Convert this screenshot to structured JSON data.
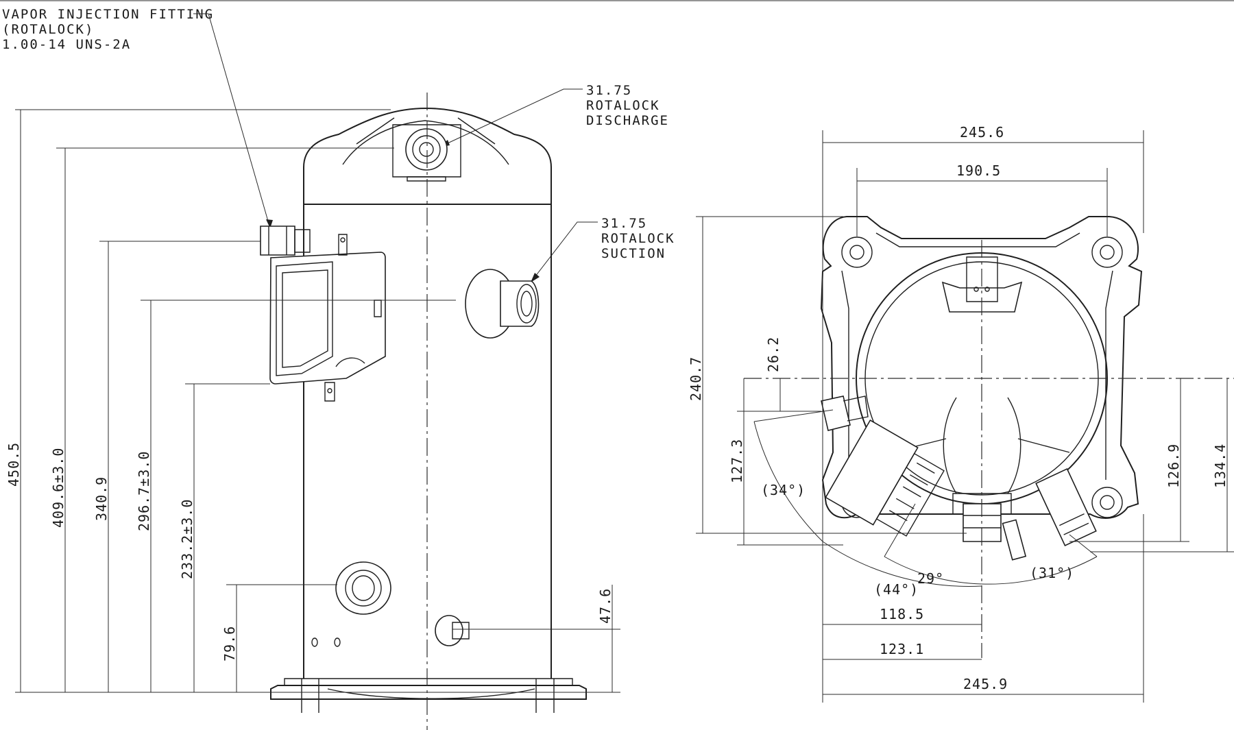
{
  "callouts": {
    "vapor_injection": [
      "VAPOR INJECTION FITTING",
      "(ROTALOCK)",
      "1.00-14 UNS-2A"
    ],
    "discharge": [
      "31.75",
      "ROTALOCK",
      "DISCHARGE"
    ],
    "suction": [
      "31.75",
      "ROTALOCK",
      "SUCTION"
    ]
  },
  "side_view_dims": {
    "overall_height": "450.5",
    "vapor_injection_height": "409.6±3.0",
    "suction_height": "340.9",
    "junction_box_height": "296.7±3.0",
    "oil_sight_height": "233.2±3.0",
    "lower_fitting_height": "79.6",
    "bottom_fitting_height": "47.6"
  },
  "top_view_dims": {
    "overall_width_top": "245.6",
    "mount_hole_spacing": "190.5",
    "overall_depth": "240.7",
    "offset_26": "26.2",
    "offset_127": "127.3",
    "right_126": "126.9",
    "right_134": "134.4",
    "angle_34": "(34°)",
    "angle_44": "(44°)",
    "angle_29": "29°",
    "angle_31": "(31°)",
    "dim_118": "118.5",
    "dim_123": "123.1",
    "overall_width_bottom": "245.9"
  }
}
